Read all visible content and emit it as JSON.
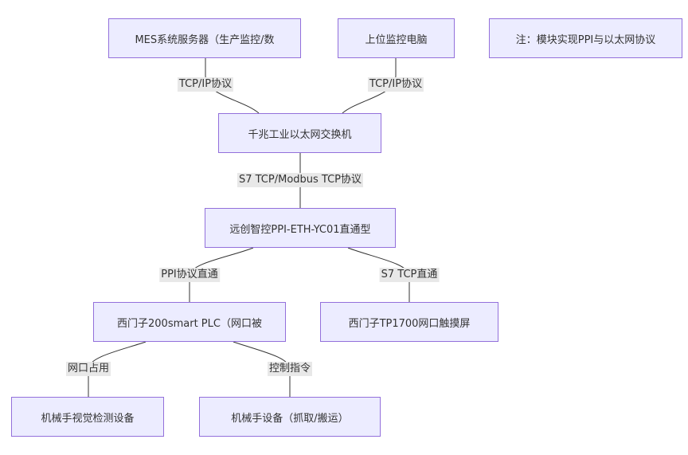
{
  "nodes": {
    "mes": "MES系统服务器（生产监控/数",
    "host_pc": "上位监控电脑",
    "note": "注：模块实现PPI与以太网协议",
    "switch": "千兆工业以太网交换机",
    "gateway": "远创智控PPI-ETH-YC01直通型",
    "plc": "西门子200smart PLC（网口被",
    "hmi": "西门子TP1700网口触摸屏",
    "vision": "机械手视觉检测设备",
    "robot": "机械手设备（抓取/搬运）"
  },
  "edges": {
    "mes_switch": "TCP/IP协议",
    "host_switch": "TCP/IP协议",
    "switch_gateway": "S7 TCP/Modbus TCP协议",
    "gateway_plc": "PPI协议直通",
    "gateway_hmi": "S7 TCP直通",
    "plc_vision": "网口占用",
    "plc_robot": "控制指令"
  },
  "colors": {
    "node_fill": "#ECECFF",
    "node_border": "#9370DB",
    "edge": "#333333",
    "edge_label_bg": "#e8e8e8"
  }
}
